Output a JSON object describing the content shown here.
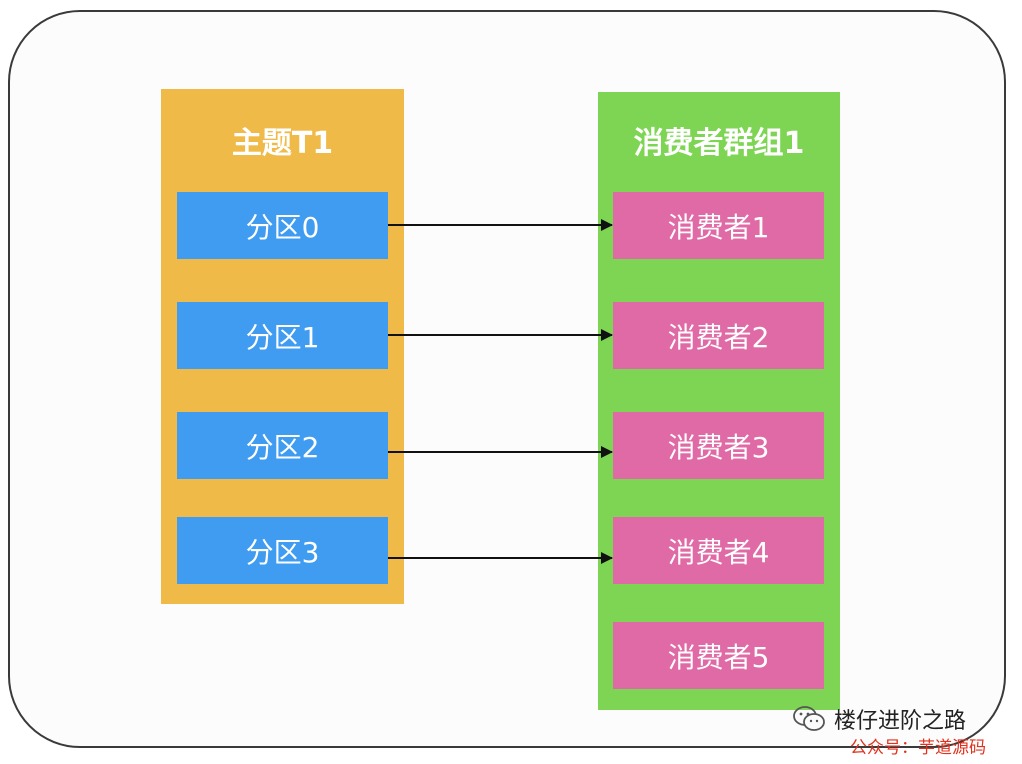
{
  "topic": {
    "title": "主题T1",
    "partitions": [
      "分区0",
      "分区1",
      "分区2",
      "分区3"
    ]
  },
  "consumer_group": {
    "title": "消费者群组1",
    "consumers": [
      "消费者1",
      "消费者2",
      "消费者3",
      "消费者4",
      "消费者5"
    ]
  },
  "edges": [
    {
      "from": "分区0",
      "to": "消费者1"
    },
    {
      "from": "分区1",
      "to": "消费者2"
    },
    {
      "from": "分区2",
      "to": "消费者3"
    },
    {
      "from": "分区3",
      "to": "消费者4"
    }
  ],
  "watermark": {
    "name": "楼仔进阶之路",
    "sub": "公众号：芋道源码",
    "icon": "wechat-icon"
  },
  "colors": {
    "topic_bg": "#efba48",
    "group_bg": "#7ed554",
    "partition_bg": "#3f9cf0",
    "consumer_bg": "#e06aa6",
    "arrow": "#111111",
    "watermark_sub": "#e0321e"
  }
}
